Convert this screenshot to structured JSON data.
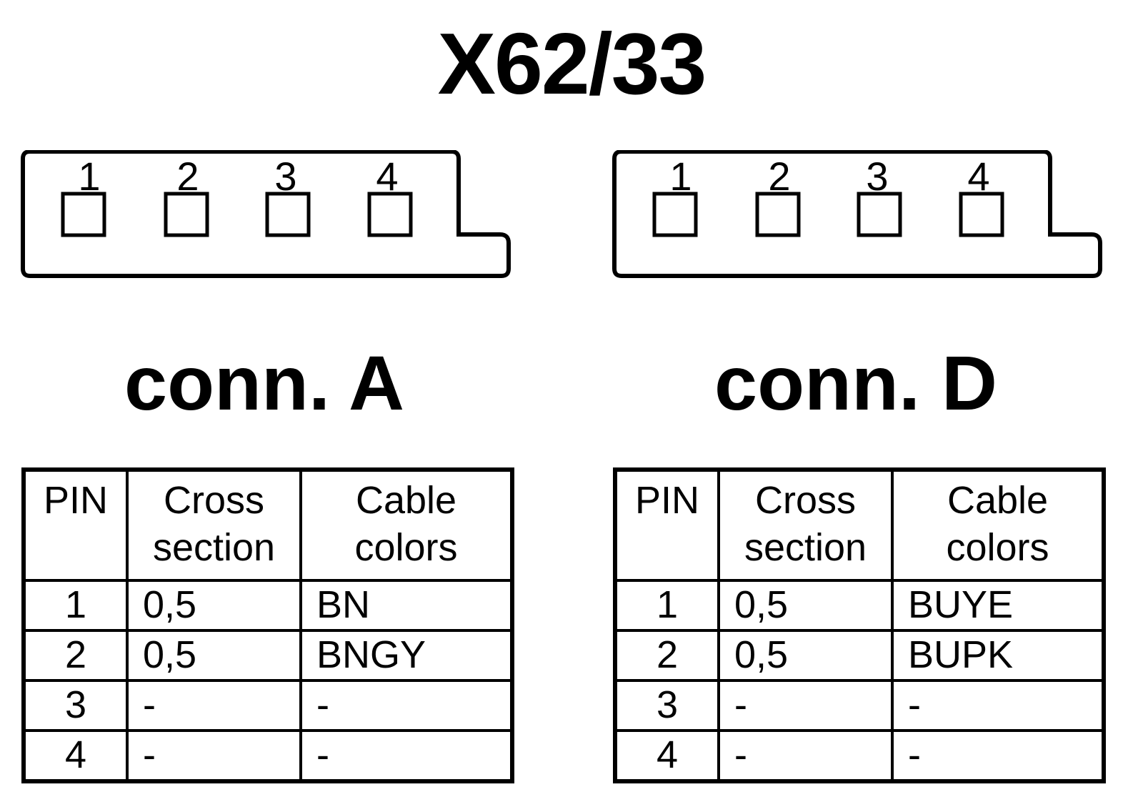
{
  "title": "X62/33",
  "connectors": [
    {
      "label": "conn. A",
      "pin_numbers": [
        "1",
        "2",
        "3",
        "4"
      ],
      "headers": {
        "pin": "PIN",
        "cross_section_line1": "Cross",
        "cross_section_line2": "section",
        "cable_colors_line1": "Cable",
        "cable_colors_line2": "colors"
      },
      "rows": [
        {
          "pin": "1",
          "cross_section": "0,5",
          "cable_color": "BN"
        },
        {
          "pin": "2",
          "cross_section": "0,5",
          "cable_color": "BNGY"
        },
        {
          "pin": "3",
          "cross_section": "-",
          "cable_color": "-"
        },
        {
          "pin": "4",
          "cross_section": "-",
          "cable_color": "-"
        }
      ]
    },
    {
      "label": "conn. D",
      "pin_numbers": [
        "1",
        "2",
        "3",
        "4"
      ],
      "headers": {
        "pin": "PIN",
        "cross_section_line1": "Cross",
        "cross_section_line2": "section",
        "cable_colors_line1": "Cable",
        "cable_colors_line2": "colors"
      },
      "rows": [
        {
          "pin": "1",
          "cross_section": "0,5",
          "cable_color": "BUYE"
        },
        {
          "pin": "2",
          "cross_section": "0,5",
          "cable_color": "BUPK"
        },
        {
          "pin": "3",
          "cross_section": "-",
          "cable_color": "-"
        },
        {
          "pin": "4",
          "cross_section": "-",
          "cable_color": "-"
        }
      ]
    }
  ]
}
